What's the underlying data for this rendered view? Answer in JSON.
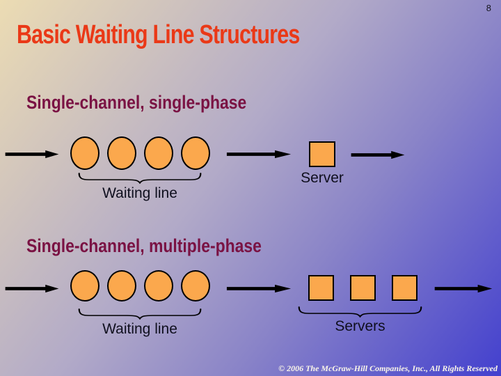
{
  "slide": {
    "page_number": "8",
    "title": "Basic Waiting Line Structures",
    "footer": "© 2006 The McGraw-Hill Companies, Inc., All Rights Reserved"
  },
  "sections": [
    {
      "heading": "Single-channel, single-phase",
      "waiting_line_label": "Waiting line",
      "server_label": "Server",
      "customer_count": 4,
      "server_count": 1
    },
    {
      "heading": "Single-channel, multiple-phase",
      "waiting_line_label": "Waiting line",
      "server_label": "Servers",
      "customer_count": 4,
      "server_count": 3
    }
  ],
  "colors": {
    "bg_start": "#ecdcb3",
    "bg_mid1": "#b2aac8",
    "bg_mid2": "#8a84c8",
    "bg_end": "#4340ce",
    "title": "#ea3917",
    "heading": "#7a1243",
    "shape_fill": "#fba84d",
    "shape_outline": "#000000",
    "label_text": "#0f0f1e",
    "footer_text": "#faf6e8"
  }
}
